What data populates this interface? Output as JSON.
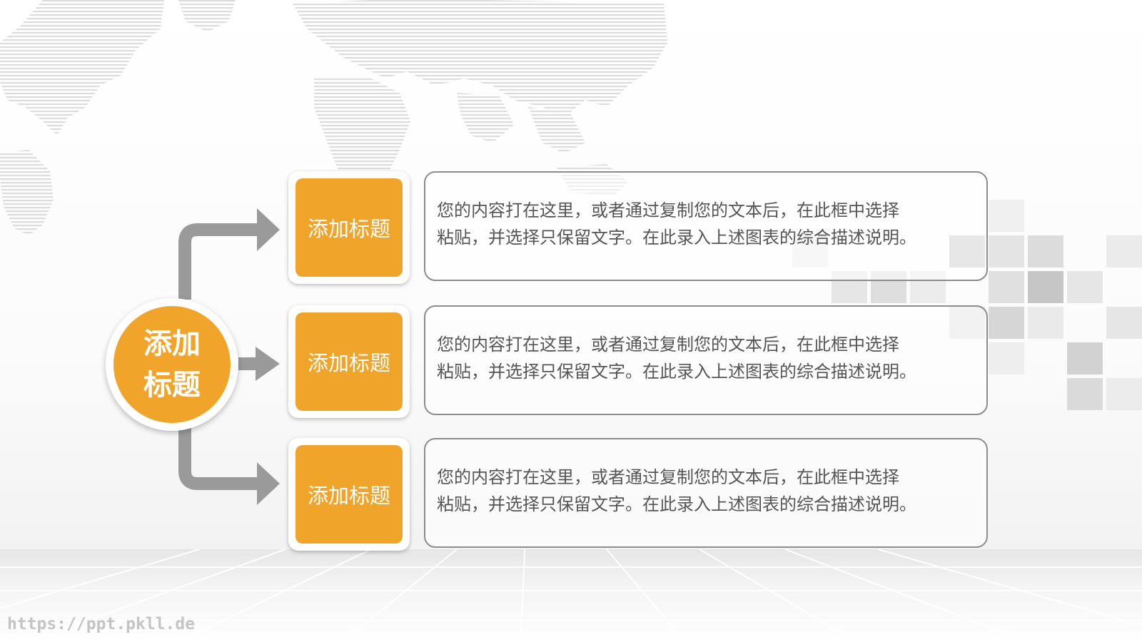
{
  "center": {
    "line1": "添加",
    "line2": "标题"
  },
  "items": [
    {
      "title": "添加标题",
      "line1": "您的内容打在这里，或者通过复制您的文本后，在此框中选择",
      "line2": "粘贴，并选择只保留文字。在此录入上述图表的综合描述说明。"
    },
    {
      "title": "添加标题",
      "line1": "您的内容打在这里，或者通过复制您的文本后，在此框中选择",
      "line2": "粘贴，并选择只保留文字。在此录入上述图表的综合描述说明。"
    },
    {
      "title": "添加标题",
      "line1": "您的内容打在这里，或者通过复制您的文本后，在此框中选择",
      "line2": "粘贴，并选择只保留文字。在此录入上述图表的综合描述说明。"
    }
  ],
  "watermark": "https://ppt.pkll.de",
  "colors": {
    "accent": "#f0a52a",
    "connector": "#9a9a9a",
    "border": "#8c8c8c",
    "text": "#555555"
  }
}
